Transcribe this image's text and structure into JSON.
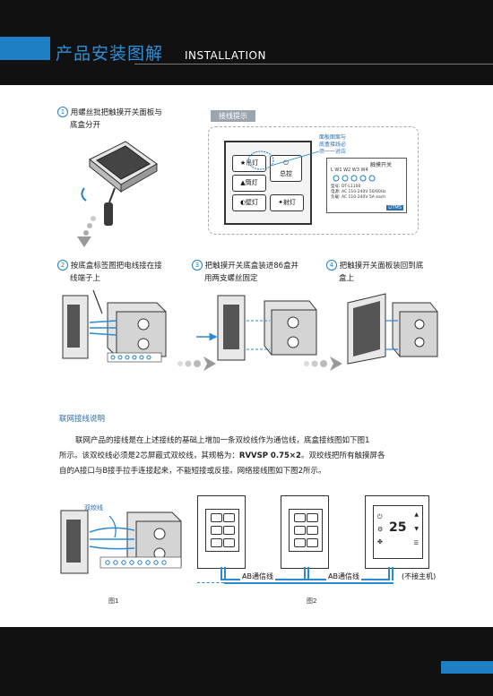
{
  "header": {
    "title_cn": "产品安装图解",
    "title_en": "INSTALLATION"
  },
  "steps": [
    {
      "num": "1",
      "text_line1": "用螺丝批把触摸开关面板与",
      "text_line2": "底盒分开"
    },
    {
      "num": "2",
      "text_line1": "按底盒标签图把电线接在接",
      "text_line2": "线端子上"
    },
    {
      "num": "3",
      "text_line1": "把触摸开关底盒装进86盒并",
      "text_line2": "用两支螺丝固定"
    },
    {
      "num": "4",
      "text_line1": "把触摸开关面板装回到底",
      "text_line2": "盒上"
    }
  ],
  "tip": {
    "title": "接线提示",
    "note_line1": "面板图案与",
    "note_line2": "底盒接线必",
    "note_line3": "须一一对应",
    "keys": [
      "吊灯",
      "总控",
      "筒灯",
      "壁灯",
      "射灯"
    ],
    "label_title": "触摸开关",
    "terminals": "L  W1 W2 W3 W4",
    "spec1": "型号: DT-L1100",
    "spec2": "电源: AC 110-240V 50/60Hz",
    "spec3": "负载: AC 110-240V 5A each",
    "brand": "LITMS"
  },
  "network": {
    "heading": "联网接线说明",
    "para_line1": "联网产品的接线是在上述接线的基础上增加一条双绞线作为通信线，底盒接线图如下图1",
    "para_line2a": "所示。该双绞线必须是2芯屏蔽式双绞线，其规格为：",
    "para_spec": "RVVSP 0.75×2",
    "para_line2b": "。双绞线把所有触摸屏各",
    "para_line3": "自的A接口与B接手拉手连接起来，不能短接或反接。网络接线图如下图2所示。"
  },
  "figure1": {
    "caption": "图1",
    "label": "双绞线"
  },
  "figure2": {
    "caption": "图2",
    "wire_label_1": "AB通信线",
    "wire_label_2": "AB通信线",
    "note": "(不接主机)",
    "thermostat_temp": "25"
  },
  "colors": {
    "accent": "#1f7fc5",
    "wire": "#2b8ad6",
    "dark": "#111111"
  }
}
